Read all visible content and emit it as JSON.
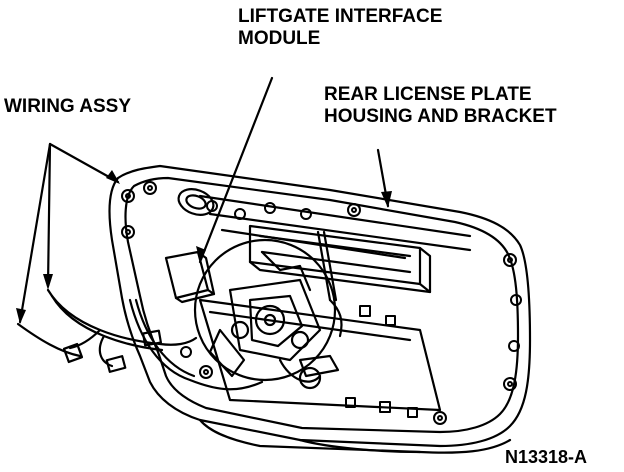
{
  "labels": {
    "module_line1": "LIFTGATE INTERFACE",
    "module_line2": "MODULE",
    "plate_line1": "REAR LICENSE PLATE",
    "plate_line2": "HOUSING AND BRACKET",
    "wiring": "WIRING ASSY",
    "figure_code": "N13318-A"
  },
  "colors": {
    "ink": "#000000",
    "paper": "#ffffff"
  }
}
